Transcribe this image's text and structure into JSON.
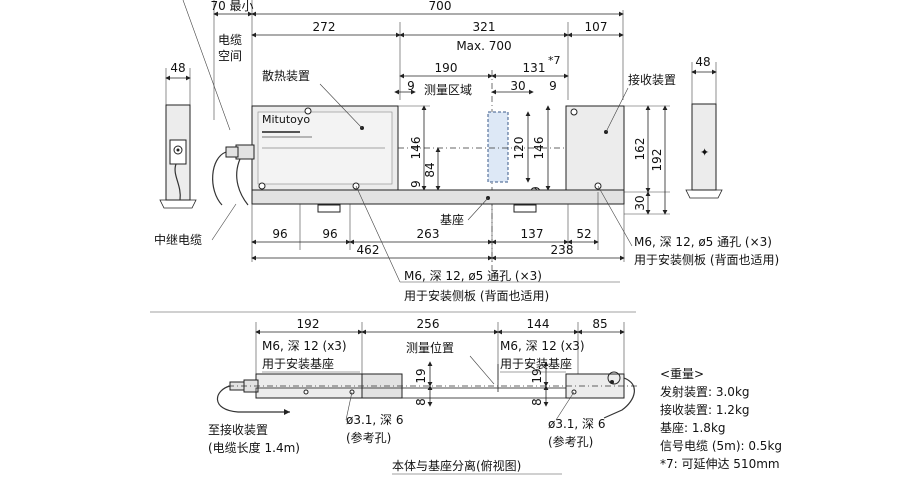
{
  "dims_top": {
    "d70_cn": "70 最小",
    "d700": "700",
    "d272": "272",
    "d321": "321",
    "d107": "107",
    "max700": "Max. 700",
    "d48_left": "48",
    "d48_right": "48",
    "d190": "190",
    "d131": "131",
    "star7": "*7",
    "d9_top": "9",
    "d30": "30",
    "d9_mid": "9",
    "d146_left": "146",
    "d84": "84",
    "d9_lower": "9",
    "d120": "120",
    "d146_right": "146",
    "d9_right": "9",
    "d162": "162",
    "d192": "192",
    "d30_right": "30",
    "d96a": "96",
    "d96b": "96",
    "d263": "263",
    "d137": "137",
    "d52": "52",
    "d462": "462",
    "d238": "238"
  },
  "labels_top": {
    "cable_space_1": "电缆",
    "cable_space_2": "空间",
    "heat_device": "散热装置",
    "measure_area": "测量区域",
    "receiver": "接收装置",
    "base": "基座",
    "relay_cable": "中继电缆",
    "hole_right_1": "M6, 深 12, ø5 通孔 (×3)",
    "hole_right_2": "用于安装侧板 (背面也适用)",
    "hole_mid_1": "M6, 深 12, ø5 通孔 (×3)",
    "hole_mid_2": "用于安装侧板 (背面也适用)",
    "logo": "Mitutoyo"
  },
  "dims_bottom": {
    "d192": "192",
    "d256": "256",
    "d144": "144",
    "d85": "85",
    "d19a": "19",
    "d8a": "8",
    "d19b": "19",
    "d8b": "8"
  },
  "labels_bottom": {
    "m6_left_1": "M6, 深 12 (x3)",
    "m6_left_2": "用于安装基座",
    "measure_pos": "测量位置",
    "m6_right_1": "M6, 深 12 (x3)",
    "m6_right_2": "用于安装基座",
    "hole_left_1": "ø3.1, 深 6",
    "hole_left_2": "(参考孔)",
    "hole_right_1": "ø3.1, 深 6",
    "hole_right_2": "(参考孔)",
    "to_receiver_1": "至接收装置",
    "to_receiver_2": "(电缆长度 1.4m)",
    "caption": "本体与基座分离(俯视图)"
  },
  "weights": {
    "title": "<重量>",
    "emitter": "发射装置: 3.0kg",
    "receiver": "接收装置: 1.2kg",
    "base": "基座: 1.8kg",
    "cable": "信号电缆 (5m): 0.5kg",
    "note": "*7: 可延伸达 510mm"
  }
}
